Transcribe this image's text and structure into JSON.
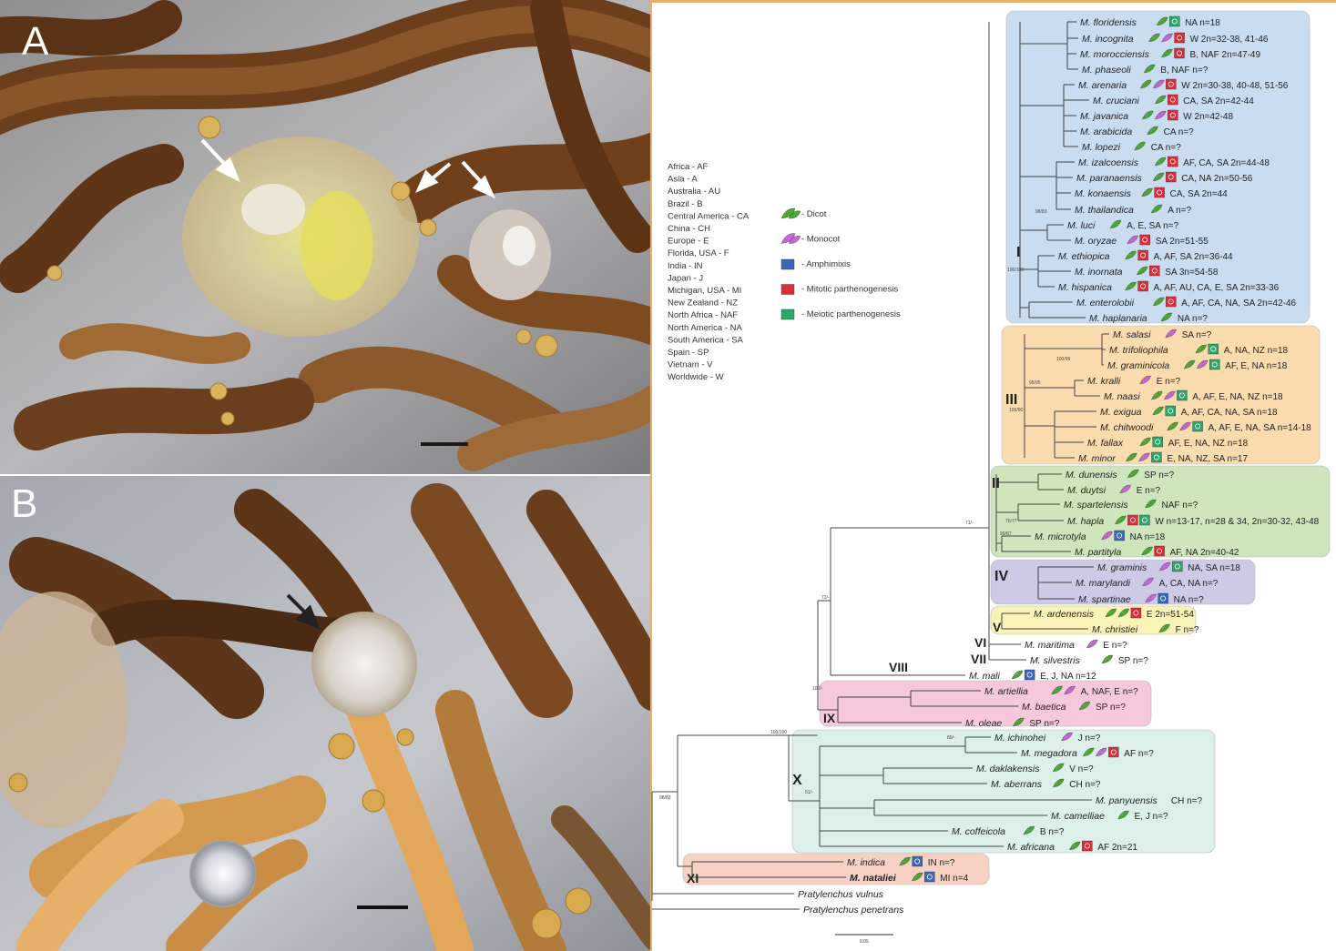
{
  "panels": [
    {
      "label": "A"
    },
    {
      "label": "B"
    }
  ],
  "legend_regions": [
    "Africa - AF",
    "Asia - A",
    "Australia - AU",
    "Brazil - B",
    "Central America - CA",
    "China - CH",
    "Europe - E",
    "Florida, USA - F",
    "India - IN",
    "Japan - J",
    "Michigan, USA - MI",
    "New Zealand - NZ",
    "North Africa - NAF",
    "North America - NA",
    "South America - SA",
    "Spain - SP",
    "Vietnam - V",
    "Worldwide - W"
  ],
  "legend_icons": [
    {
      "icon": "dicot-leaf-icon",
      "label": "- Dicot",
      "color": "#4aa832"
    },
    {
      "icon": "monocot-leaf-icon",
      "label": "- Monocot",
      "color": "#c766d6"
    },
    {
      "icon": "amphimixis-icon",
      "label": "- Amphimixis",
      "color": "#3a67b8"
    },
    {
      "icon": "mitotic-icon",
      "label": "- Mitotic parthenogenesis",
      "color": "#d62f3a"
    },
    {
      "icon": "meiotic-icon",
      "label": "- Meiotic parthenogenesis",
      "color": "#2ea66a"
    }
  ],
  "clade_colors": {
    "I": "#c9dcf0",
    "III": "#fbdcae",
    "II": "#cfe6bd",
    "IV": "#cdcae6",
    "V": "#faf3b8",
    "IX": "#f6c8dc",
    "X": "#dcefe9",
    "XI": "#f7d2c4"
  },
  "clades": [
    {
      "id": "I",
      "label": "I"
    },
    {
      "id": "III",
      "label": "III"
    },
    {
      "id": "II",
      "label": "II"
    },
    {
      "id": "IV",
      "label": "IV"
    },
    {
      "id": "V",
      "label": "V"
    },
    {
      "id": "VI",
      "label": "VI"
    },
    {
      "id": "VII",
      "label": "VII"
    },
    {
      "id": "VIII",
      "label": "VIII"
    },
    {
      "id": "IX",
      "label": "IX"
    },
    {
      "id": "X",
      "label": "X"
    },
    {
      "id": "XI",
      "label": "XI"
    }
  ],
  "taxa": [
    {
      "name": "M. floridensis",
      "icons": [
        "D",
        "Me"
      ],
      "info": "NA  n=18"
    },
    {
      "name": "M. incognita",
      "icons": [
        "D",
        "M",
        "Mi"
      ],
      "info": "W  2n=32-38, 41-46"
    },
    {
      "name": "M. morocciensis",
      "icons": [
        "D",
        "Mi"
      ],
      "info": "B, NAF  2n=47-49"
    },
    {
      "name": "M. phaseoli",
      "icons": [
        "D"
      ],
      "info": "B, NAF  n=?"
    },
    {
      "name": "M. arenaria",
      "icons": [
        "D",
        "M",
        "Mi"
      ],
      "info": "W  2n=30-38, 40-48, 51-56"
    },
    {
      "name": "M. cruciani",
      "icons": [
        "D",
        "Mi"
      ],
      "info": "CA, SA  2n=42-44"
    },
    {
      "name": "M. javanica",
      "icons": [
        "D",
        "M",
        "Mi"
      ],
      "info": "W  2n=42-48"
    },
    {
      "name": "M. arabicida",
      "icons": [
        "D"
      ],
      "info": "CA  n=?"
    },
    {
      "name": "M. lopezi",
      "icons": [
        "D"
      ],
      "info": "CA  n=?"
    },
    {
      "name": "M. izalcoensis",
      "icons": [
        "D",
        "Mi"
      ],
      "info": "AF, CA, SA  2n=44-48"
    },
    {
      "name": "M. paranaensis",
      "icons": [
        "D",
        "Mi"
      ],
      "info": "CA, NA  2n=50-56"
    },
    {
      "name": "M. konaensis",
      "icons": [
        "D",
        "Mi"
      ],
      "info": "CA, SA  2n=44"
    },
    {
      "name": "M. thailandica",
      "icons": [
        "D"
      ],
      "info": "A  n=?"
    },
    {
      "name": "M. luci",
      "icons": [
        "D"
      ],
      "info": "A, E, SA  n=?"
    },
    {
      "name": "M. oryzae",
      "icons": [
        "M",
        "Mi"
      ],
      "info": "SA  2n=51-55"
    },
    {
      "name": "M. ethiopica",
      "icons": [
        "D",
        "Mi"
      ],
      "info": "A, AF, SA  2n=36-44"
    },
    {
      "name": "M. inornata",
      "icons": [
        "D",
        "Mi"
      ],
      "info": "SA  3n=54-58"
    },
    {
      "name": "M. hispanica",
      "icons": [
        "D",
        "Mi"
      ],
      "info": "A, AF, AU, CA, E, SA  2n=33-36"
    },
    {
      "name": "M. enterolobii",
      "icons": [
        "D",
        "Mi"
      ],
      "info": "A, AF, CA, NA, SA  2n=42-46"
    },
    {
      "name": "M. haplanaria",
      "icons": [
        "D"
      ],
      "info": "NA  n=?"
    },
    {
      "name": "M. salasi",
      "icons": [
        "M"
      ],
      "info": "SA  n=?"
    },
    {
      "name": "M. trifoliophila",
      "icons": [
        "D",
        "Me"
      ],
      "info": "A, NA, NZ  n=18"
    },
    {
      "name": "M. graminicola",
      "icons": [
        "D",
        "M",
        "Me"
      ],
      "info": "AF, E, NA  n=18"
    },
    {
      "name": "M. kralli",
      "icons": [
        "M"
      ],
      "info": "E  n=?"
    },
    {
      "name": "M. naasi",
      "icons": [
        "D",
        "M",
        "Me"
      ],
      "info": "A, AF, E, NA, NZ  n=18"
    },
    {
      "name": "M. exigua",
      "icons": [
        "D",
        "Me"
      ],
      "info": "A, AF, CA, NA, SA  n=18"
    },
    {
      "name": "M. chitwoodi",
      "icons": [
        "D",
        "M",
        "Me"
      ],
      "info": "A, AF, E, NA, SA  n=14-18"
    },
    {
      "name": "M. fallax",
      "icons": [
        "D",
        "Me"
      ],
      "info": "AF, E, NA, NZ  n=18"
    },
    {
      "name": "M. minor",
      "icons": [
        "D",
        "M",
        "Me"
      ],
      "info": "E, NA, NZ, SA  n=17"
    },
    {
      "name": "M. dunensis",
      "icons": [
        "D"
      ],
      "info": "SP  n=?"
    },
    {
      "name": "M. duytsi",
      "icons": [
        "M"
      ],
      "info": "E  n=?"
    },
    {
      "name": "M. spartelensis",
      "icons": [
        "D"
      ],
      "info": "NAF  n=?"
    },
    {
      "name": "M. hapla",
      "icons": [
        "D",
        "Mi",
        "Me"
      ],
      "info": "W  n=13-17, n=28 & 34, 2n=30-32, 43-48"
    },
    {
      "name": "M. microtyla",
      "icons": [
        "M",
        "A"
      ],
      "info": "NA  n=18"
    },
    {
      "name": "M. partityla",
      "icons": [
        "D",
        "Mi"
      ],
      "info": "AF, NA  2n=40-42"
    },
    {
      "name": "M. graminis",
      "icons": [
        "M",
        "Me"
      ],
      "info": "NA, SA  n=18"
    },
    {
      "name": "M. marylandi",
      "icons": [
        "M"
      ],
      "info": "A, CA, NA  n=?"
    },
    {
      "name": "M. spartinae",
      "icons": [
        "M",
        "A"
      ],
      "info": "NA  n=?"
    },
    {
      "name": "M. ardenensis",
      "icons": [
        "D",
        "D",
        "Mi"
      ],
      "info": "E  2n=51-54"
    },
    {
      "name": "M. christiei",
      "icons": [
        "D"
      ],
      "info": "F  n=?"
    },
    {
      "name": "M. maritima",
      "icons": [
        "M"
      ],
      "info": "E  n=?"
    },
    {
      "name": "M. silvestris",
      "icons": [
        "D"
      ],
      "info": "SP  n=?"
    },
    {
      "name": "M. mali",
      "icons": [
        "D",
        "A"
      ],
      "info": "E, J, NA  n=12"
    },
    {
      "name": "M. artiellia",
      "icons": [
        "D",
        "M"
      ],
      "info": "A, NAF, E  n=?"
    },
    {
      "name": "M. baetica",
      "icons": [
        "D"
      ],
      "info": "SP  n=?"
    },
    {
      "name": "M. oleae",
      "icons": [
        "D"
      ],
      "info": "SP  n=?"
    },
    {
      "name": "M. ichinohei",
      "icons": [
        "M"
      ],
      "info": "J  n=?"
    },
    {
      "name": "M. megadora",
      "icons": [
        "D",
        "M",
        "Mi"
      ],
      "info": "AF  n=?"
    },
    {
      "name": "M. daklakensis",
      "icons": [
        "D"
      ],
      "info": "V  n=?"
    },
    {
      "name": "M. aberrans",
      "icons": [
        "D"
      ],
      "info": "CH  n=?"
    },
    {
      "name": "M. panyuensis",
      "icons": [],
      "info": "CH  n=?"
    },
    {
      "name": "M. camelliae",
      "icons": [
        "D"
      ],
      "info": "E, J  n=?"
    },
    {
      "name": "M. coffeicola",
      "icons": [
        "D"
      ],
      "info": "B  n=?"
    },
    {
      "name": "M. africana",
      "icons": [
        "D",
        "Mi"
      ],
      "info": "AF  2n=21"
    },
    {
      "name": "M. indica",
      "icons": [
        "D",
        "A"
      ],
      "info": "IN  n=?"
    },
    {
      "name": "M. nataliei",
      "icons": [
        "D",
        "A"
      ],
      "info": "MI  n=4"
    },
    {
      "name": "Pratylenchus vulnus",
      "icons": [],
      "info": ""
    },
    {
      "name": "Pratylenchus penetrans",
      "icons": [],
      "info": ""
    }
  ],
  "support_values": [
    "100/100",
    "98/83",
    "100/90",
    "95/95",
    "100/99",
    "75/77",
    "99/87",
    "71/-",
    "72/-",
    "51/-",
    "89/-",
    "100/-"
  ],
  "scale_label": "0.05"
}
